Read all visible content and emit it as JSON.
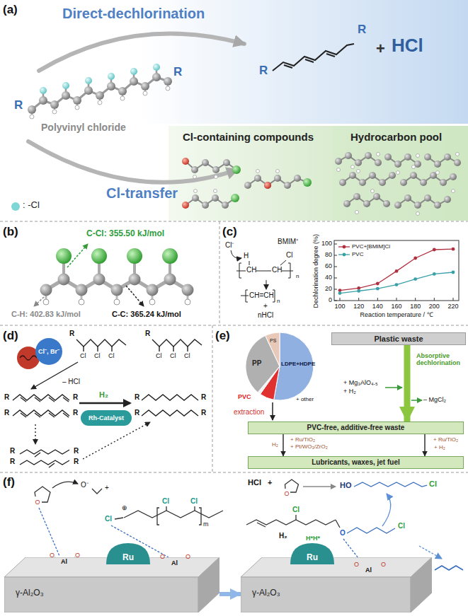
{
  "diagram": {
    "nodes": [
      {
        "text": [
          "Cl⁻, Br⁻"
        ]
      },
      {
        "text": [
          "Rh-Catalyst"
        ]
      },
      {
        "text": [
          "Plastic waste"
        ]
      },
      {
        "text": [
          "PVC-free, additive-free waste"
        ]
      },
      {
        "text": [
          "Lubricants, waxes, jet fuel"
        ]
      },
      {
        "text": [
          "γ-Al₂O₃"
        ]
      },
      {
        "text": [
          "Ru"
        ]
      },
      {
        "text": [
          "γ-Al₂O₃"
        ]
      },
      {
        "text": [
          "Ru"
        ]
      }
    ],
    "edges": [
      {
        "from": 2,
        "to": 3,
        "arrow": "to"
      },
      {
        "from": 3,
        "to": 4,
        "label": "H₂",
        "arrow": "to"
      },
      {
        "from": 3,
        "to": 4,
        "label": "+ H₂",
        "arrow": "to"
      },
      {
        "from": 5,
        "to": 7,
        "arrow": "to"
      }
    ],
    "labels": [
      "(a)",
      "Direct-dechlorination",
      "R",
      "R",
      "Polyvinyl chloride",
      "R",
      "R",
      "+",
      "HCl",
      "Cl-transfer",
      "Cl-containing compounds",
      "Hydrocarbon pool",
      "(b)",
      "C-Cl: 355.50 kJ/mol",
      "C-H: 402.83 kJ/mol",
      "C-C: 365.24 kJ/mol",
      "(c)",
      "Cl⁻",
      "H",
      "BMIM⁺",
      "Cl",
      "CH",
      "CH",
      "n",
      "CH=CH",
      "n",
      "+",
      "nHCl",
      "0",
      "20",
      "40",
      "60",
      "80",
      "100",
      "100",
      "120",
      "140",
      "160",
      "180",
      "200",
      "220",
      "Reaction temperature / ℃",
      "Dechlorination degree (%)",
      "(d)",
      "R",
      "Cl",
      "Cl",
      "Cl",
      "R",
      "Cl",
      "Cl",
      "Cl",
      "– HCl",
      "R",
      "R",
      "R",
      "R",
      "H₂",
      "R",
      "R",
      "R",
      "R",
      "R",
      "R",
      "R",
      "R",
      "(e)",
      "PP",
      "PS",
      "LDPE+HDPE",
      "PVC",
      "+ other",
      "extraction",
      "Absorptive dechlorination",
      "+ Mg₃AlO₄.₅",
      "+ H₂",
      "– MgCl₂",
      "+ Ru/TiO₂",
      "+ Pt/WO₃/ZrO₂",
      "+ Ru/TiO₂",
      "(f)",
      "O",
      "O⁻",
      "+",
      "⊕",
      "Cl",
      "m",
      "Cl",
      "Cl",
      "O",
      "Al",
      "O",
      "O",
      "Al",
      "O",
      "HCl",
      "+",
      "O",
      "HO",
      "Cl",
      "Cl",
      "O",
      "Cl",
      "H₂",
      "H*H*",
      "O",
      "Al",
      "O"
    ],
    "legend": [
      {
        "text": ": -Cl",
        "color": "#7fd6d6"
      },
      {
        "text": "PVC+[BMIM]Cl"
      },
      {
        "text": "PVC"
      }
    ]
  }
}
